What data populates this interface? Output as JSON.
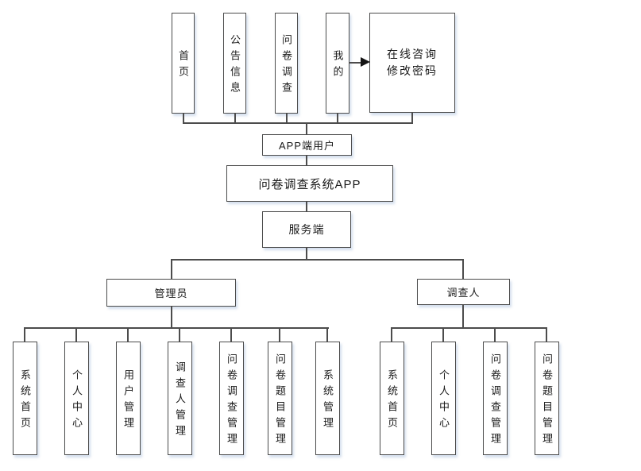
{
  "diagram": {
    "app_features": [
      "首页",
      "公告信息",
      "问卷调查",
      "我的"
    ],
    "mine_detail": {
      "line1": "在线咨询",
      "line2": "修改密码"
    },
    "app_user": "APP端用户",
    "system": "问卷调查系统APP",
    "server": "服务端",
    "roles": {
      "admin": "管理员",
      "surveyor": "调查人"
    },
    "admin_features": [
      "系统首页",
      "个人中心",
      "用户管理",
      "调查人管理",
      "问卷调查管理",
      "问卷题目管理",
      "系统管理"
    ],
    "surveyor_features": [
      "系统首页",
      "个人中心",
      "问卷调查管理",
      "问卷题目管理"
    ]
  },
  "colors": {
    "line": "#4c4c4c",
    "border": "#4c4c4c",
    "text": "#1a1a1a",
    "background": "#ffffff",
    "arrow": "#141414"
  }
}
